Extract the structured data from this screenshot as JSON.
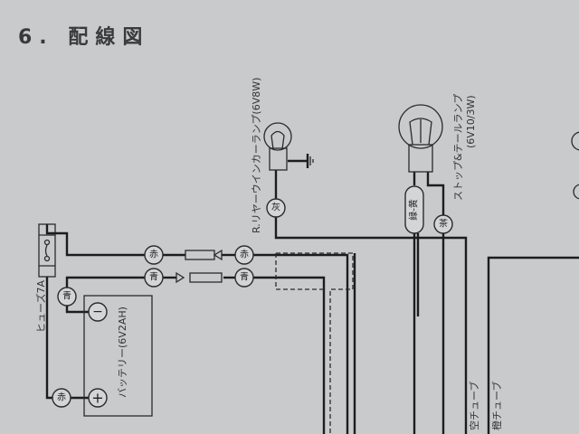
{
  "title": "6. 配線図",
  "labels": {
    "fuse": "ヒューズ7A",
    "battery": "バッテリー(6V2AH)",
    "rear_winker": "R.リヤーウインカーランプ(6V8W)",
    "stop_tail": "ストップ&テールランプ",
    "stop_tail_spec": "(6V10/3W)",
    "tube_empty": "空チューブ",
    "tube_orange": "橙チューブ"
  },
  "wire_colors": {
    "red_1": "赤",
    "red_2": "赤",
    "red_3": "赤",
    "blue_1": "青",
    "blue_2": "青",
    "blue_3": "青",
    "gray": "灰",
    "green_yellow": "緑-黄",
    "brown": "茶"
  },
  "terminals": {
    "minus": "−",
    "plus": "+"
  },
  "colors": {
    "paper": "#c8cacb",
    "ink": "#1d1d1f"
  }
}
